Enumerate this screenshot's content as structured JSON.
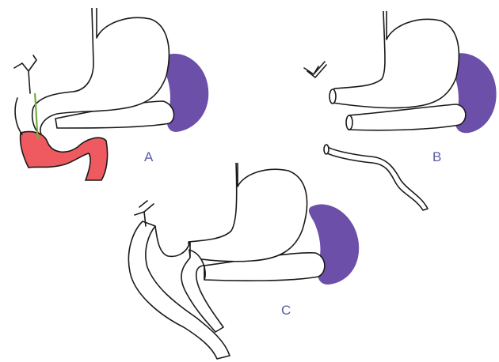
{
  "panels": [
    {
      "id": "A",
      "label": "A"
    },
    {
      "id": "B",
      "label": "B"
    },
    {
      "id": "C",
      "label": "C"
    }
  ],
  "colors": {
    "spleen": "#6b4fa8",
    "duodenum": "#ee5a5f",
    "pancreatic_duct": "#6fb03a",
    "outline": "#1a1a1a",
    "label": "#5a5aa8"
  }
}
